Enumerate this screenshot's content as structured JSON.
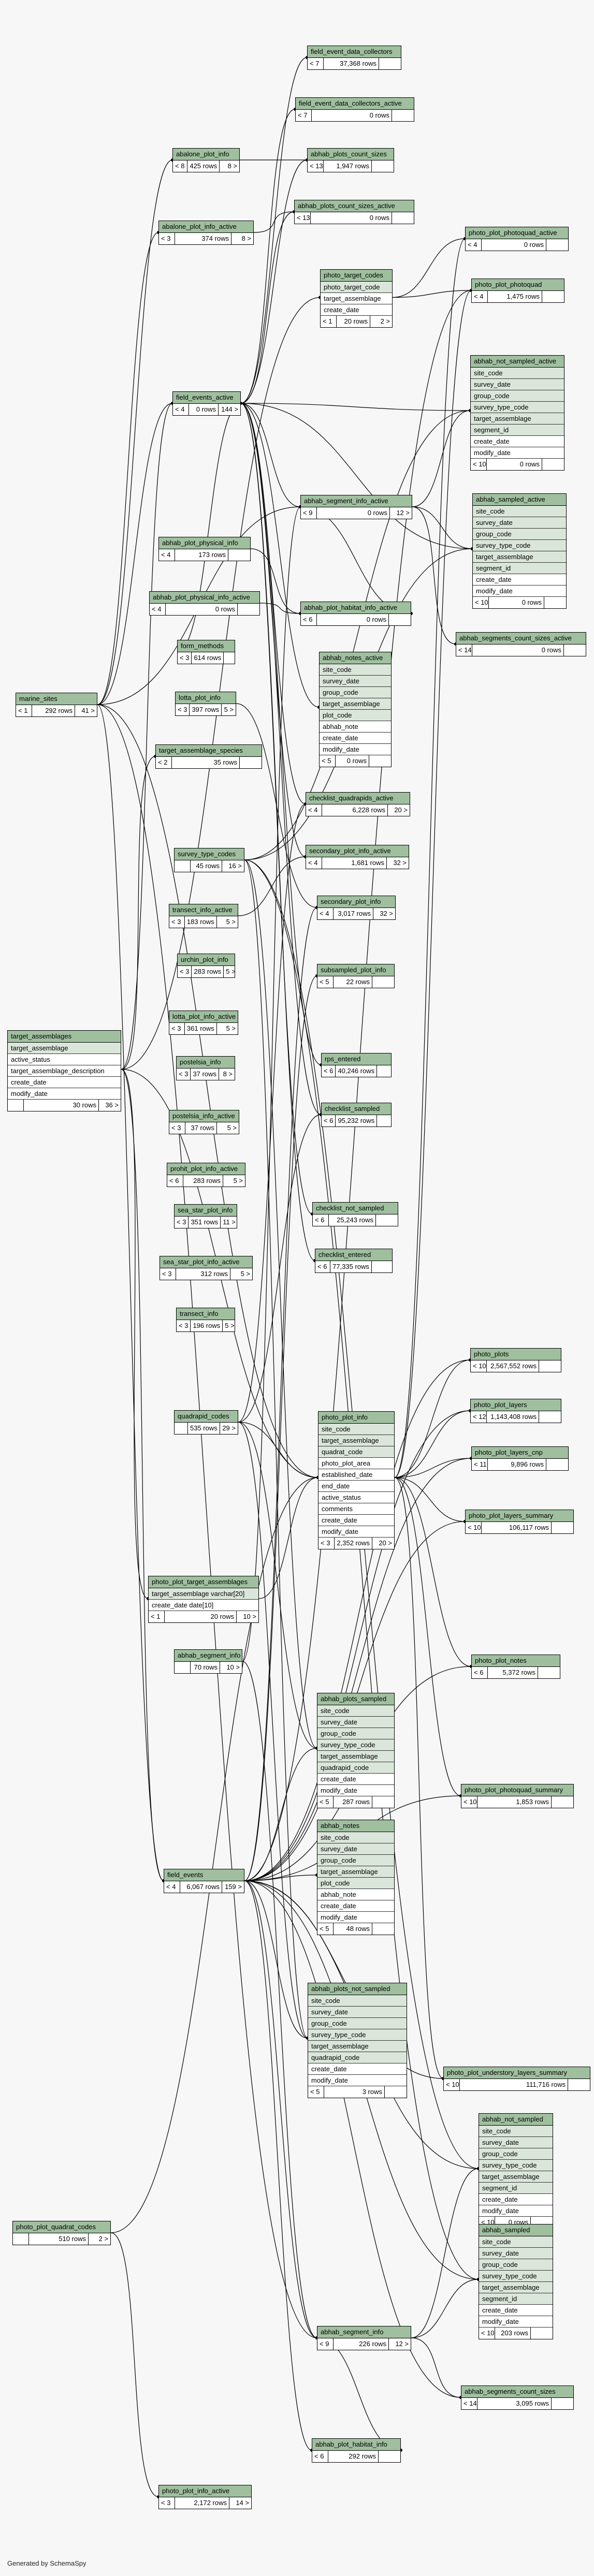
{
  "generator": "Generated by SchemaSpy",
  "tables": [
    {
      "id": "t01",
      "name": "field_event_data_collectors",
      "columns": [],
      "footer": [
        "< 7",
        "37,368 rows",
        ""
      ]
    },
    {
      "id": "t02",
      "name": "field_event_data_collectors_active",
      "columns": [],
      "footer": [
        "< 7",
        "0 rows",
        ""
      ]
    },
    {
      "id": "t03",
      "name": "abalone_plot_info",
      "columns": [],
      "footer": [
        "< 8",
        "425 rows",
        "8 >"
      ]
    },
    {
      "id": "t04",
      "name": "abhab_plots_count_sizes",
      "columns": [],
      "footer": [
        "< 13",
        "1,947 rows",
        ""
      ]
    },
    {
      "id": "t05",
      "name": "abhab_plots_count_sizes_active",
      "columns": [],
      "footer": [
        "< 13",
        "0 rows",
        ""
      ]
    },
    {
      "id": "t06",
      "name": "abalone_plot_info_active",
      "columns": [],
      "footer": [
        "< 3",
        "374 rows",
        "8 >"
      ]
    },
    {
      "id": "t07",
      "name": "photo_plot_photoquad_active",
      "columns": [],
      "footer": [
        "< 4",
        "0 rows",
        ""
      ]
    },
    {
      "id": "t08",
      "name": "photo_target_codes",
      "columns": [
        "photo_target_code",
        "target_assemblage",
        "create_date"
      ],
      "keys": [
        0
      ],
      "fks": [
        1
      ],
      "footer": [
        "< 1",
        "20 rows",
        "2 >"
      ]
    },
    {
      "id": "t09",
      "name": "photo_plot_photoquad",
      "columns": [],
      "footer": [
        "< 4",
        "1,475 rows",
        ""
      ]
    },
    {
      "id": "t10",
      "name": "abhab_not_sampled_active",
      "columns": [
        "site_code",
        "survey_date",
        "group_code",
        "survey_type_code",
        "target_assemblage",
        "segment_id",
        "create_date",
        "modify_date"
      ],
      "keys": [
        0,
        1,
        2,
        3,
        4,
        5
      ],
      "footer": [
        "< 10",
        "0 rows",
        ""
      ]
    },
    {
      "id": "t11",
      "name": "field_events_active",
      "columns": [],
      "footer": [
        "< 4",
        "0 rows",
        "144 >"
      ]
    },
    {
      "id": "t12",
      "name": "abhab_segment_info_active",
      "columns": [],
      "footer": [
        "< 9",
        "0 rows",
        "12 >"
      ]
    },
    {
      "id": "t13",
      "name": "abhab_sampled_active",
      "columns": [
        "site_code",
        "survey_date",
        "group_code",
        "survey_type_code",
        "target_assemblage",
        "segment_id",
        "create_date",
        "modify_date"
      ],
      "keys": [
        0,
        1,
        2,
        3,
        4,
        5
      ],
      "footer": [
        "< 10",
        "0 rows",
        ""
      ]
    },
    {
      "id": "t14",
      "name": "abhab_plot_physical_info",
      "columns": [],
      "footer": [
        "< 4",
        "173 rows",
        ""
      ]
    },
    {
      "id": "t15",
      "name": "abhab_plot_physical_info_active",
      "columns": [],
      "footer": [
        "< 4",
        "0 rows",
        ""
      ]
    },
    {
      "id": "t16",
      "name": "abhab_plot_habitat_info_active",
      "columns": [],
      "footer": [
        "< 6",
        "0 rows",
        ""
      ]
    },
    {
      "id": "t17",
      "name": "abhab_segments_count_sizes_active",
      "columns": [],
      "footer": [
        "< 14",
        "0 rows",
        ""
      ]
    },
    {
      "id": "t18",
      "name": "form_methods",
      "columns": [],
      "footer": [
        "< 3",
        "614 rows",
        ""
      ]
    },
    {
      "id": "t19",
      "name": "abhab_notes_active",
      "columns": [
        "site_code",
        "survey_date",
        "group_code",
        "target_assemblage",
        "plot_code",
        "abhab_note",
        "create_date",
        "modify_date"
      ],
      "keys": [
        0,
        1,
        2,
        3,
        4
      ],
      "footer": [
        "< 5",
        "0 rows",
        ""
      ]
    },
    {
      "id": "t20",
      "name": "marine_sites",
      "columns": [],
      "footer": [
        "< 1",
        "292 rows",
        "41 >"
      ]
    },
    {
      "id": "t21",
      "name": "lotta_plot_info",
      "columns": [],
      "footer": [
        "< 3",
        "397 rows",
        "5 >"
      ]
    },
    {
      "id": "t22",
      "name": "target_assemblage_species",
      "columns": [],
      "footer": [
        "< 2",
        "35 rows",
        ""
      ]
    },
    {
      "id": "t23",
      "name": "checklist_quadrapids_active",
      "columns": [],
      "footer": [
        "< 4",
        "6,228 rows",
        "20 >"
      ]
    },
    {
      "id": "t24",
      "name": "survey_type_codes",
      "columns": [],
      "footer": [
        "",
        "45 rows",
        "16 >"
      ]
    },
    {
      "id": "t25",
      "name": "secondary_plot_info_active",
      "columns": [],
      "footer": [
        "< 4",
        "1,681 rows",
        "32 >"
      ]
    },
    {
      "id": "t26",
      "name": "transect_info_active",
      "columns": [],
      "footer": [
        "< 3",
        "183 rows",
        "5 >"
      ]
    },
    {
      "id": "t27",
      "name": "secondary_plot_info",
      "columns": [],
      "footer": [
        "< 4",
        "3,017 rows",
        "32 >"
      ]
    },
    {
      "id": "t28",
      "name": "urchin_plot_info",
      "columns": [],
      "footer": [
        "< 3",
        "283 rows",
        "5 >"
      ]
    },
    {
      "id": "t29",
      "name": "subsampled_plot_info",
      "columns": [],
      "footer": [
        "< 5",
        "22 rows",
        ""
      ]
    },
    {
      "id": "t30",
      "name": "target_assemblages",
      "columns": [
        "target_assemblage",
        "active_status",
        "target_assemblage_description",
        "create_date",
        "modify_date"
      ],
      "keys": [
        0
      ],
      "footer": [
        "",
        "30 rows",
        "36 >"
      ]
    },
    {
      "id": "t31",
      "name": "lotta_plot_info_active",
      "columns": [],
      "footer": [
        "< 3",
        "361 rows",
        "5 >"
      ]
    },
    {
      "id": "t32",
      "name": "rps_entered",
      "columns": [],
      "footer": [
        "< 6",
        "40,246 rows",
        ""
      ]
    },
    {
      "id": "t33",
      "name": "postelsia_info",
      "columns": [],
      "footer": [
        "< 3",
        "37 rows",
        "8 >"
      ]
    },
    {
      "id": "t34",
      "name": "checklist_sampled",
      "columns": [],
      "footer": [
        "< 6",
        "95,232 rows",
        ""
      ]
    },
    {
      "id": "t35",
      "name": "postelsia_info_active",
      "columns": [],
      "footer": [
        "< 3",
        "37 rows",
        "5 >"
      ]
    },
    {
      "id": "t36",
      "name": "prohit_plot_info_active",
      "columns": [],
      "footer": [
        "< 6",
        "283 rows",
        "5 >"
      ]
    },
    {
      "id": "t37",
      "name": "checklist_not_sampled",
      "columns": [],
      "footer": [
        "< 6",
        "25,243 rows",
        ""
      ]
    },
    {
      "id": "t38",
      "name": "sea_star_plot_info",
      "columns": [],
      "footer": [
        "< 3",
        "351 rows",
        "11 >"
      ]
    },
    {
      "id": "t39",
      "name": "checklist_entered",
      "columns": [],
      "footer": [
        "< 6",
        "77,335 rows",
        ""
      ]
    },
    {
      "id": "t40",
      "name": "sea_star_plot_info_active",
      "columns": [],
      "footer": [
        "< 3",
        "312 rows",
        "5 >"
      ]
    },
    {
      "id": "t41",
      "name": "transect_info",
      "columns": [],
      "footer": [
        "< 3",
        "196 rows",
        "5 >"
      ]
    },
    {
      "id": "t42",
      "name": "photo_plots",
      "columns": [],
      "footer": [
        "< 10",
        "2,567,552 rows",
        ""
      ]
    },
    {
      "id": "t43",
      "name": "photo_plot_layers",
      "columns": [],
      "footer": [
        "< 12",
        "1,143,408 rows",
        ""
      ]
    },
    {
      "id": "t44",
      "name": "quadrapid_codes",
      "columns": [],
      "footer": [
        "",
        "535 rows",
        "29 >"
      ]
    },
    {
      "id": "t45",
      "name": "photo_plot_info",
      "columns": [
        "site_code",
        "target_assemblage",
        "quadrat_code",
        "photo_plot_area",
        "established_date",
        "end_date",
        "active_status",
        "comments",
        "create_date",
        "modify_date"
      ],
      "keys": [
        0,
        1,
        2
      ],
      "footer": [
        "< 3",
        "2,352 rows",
        "20 >"
      ]
    },
    {
      "id": "t46",
      "name": "photo_plot_layers_cnp",
      "columns": [],
      "footer": [
        "< 11",
        "9,896 rows",
        ""
      ]
    },
    {
      "id": "t47",
      "name": "photo_plot_layers_summary",
      "columns": [],
      "footer": [
        "< 10",
        "106,117 rows",
        ""
      ]
    },
    {
      "id": "t48",
      "name": "photo_plot_target_assemblages",
      "columns": [
        "target_assemblage  varchar[20]",
        "create_date  date[10]"
      ],
      "keys": [
        0
      ],
      "footer": [
        "< 1",
        "20 rows",
        "10 >"
      ]
    },
    {
      "id": "t49",
      "name": "abhab_segment_info",
      "columns": [],
      "footer": [
        "",
        "70 rows",
        "10 >"
      ]
    },
    {
      "id": "t50",
      "name": "photo_plot_notes",
      "columns": [],
      "footer": [
        "< 6",
        "5,372 rows",
        ""
      ]
    },
    {
      "id": "t51",
      "name": "abhab_plots_sampled",
      "columns": [
        "site_code",
        "survey_date",
        "group_code",
        "survey_type_code",
        "target_assemblage",
        "quadrapid_code",
        "create_date",
        "modify_date"
      ],
      "keys": [
        0,
        1,
        2,
        3,
        4,
        5
      ],
      "footer": [
        "< 5",
        "287 rows",
        ""
      ]
    },
    {
      "id": "t52",
      "name": "photo_plot_photoquad_summary",
      "columns": [],
      "footer": [
        "< 10",
        "1,853 rows",
        ""
      ]
    },
    {
      "id": "t53",
      "name": "abhab_notes",
      "columns": [
        "site_code",
        "survey_date",
        "group_code",
        "target_assemblage",
        "plot_code",
        "abhab_note",
        "create_date",
        "modify_date"
      ],
      "keys": [
        0,
        1,
        2,
        3,
        4
      ],
      "footer": [
        "< 5",
        "48 rows",
        ""
      ]
    },
    {
      "id": "t54",
      "name": "field_events",
      "columns": [],
      "footer": [
        "< 4",
        "6,067 rows",
        "159 >"
      ]
    },
    {
      "id": "t55",
      "name": "abhab_plots_not_sampled",
      "columns": [
        "site_code",
        "survey_date",
        "group_code",
        "survey_type_code",
        "target_assemblage",
        "quadrapid_code",
        "create_date",
        "modify_date"
      ],
      "keys": [
        0,
        1,
        2,
        3,
        4,
        5
      ],
      "footer": [
        "< 5",
        "3 rows",
        ""
      ]
    },
    {
      "id": "t56",
      "name": "photo_plot_understory_layers_summary",
      "columns": [],
      "footer": [
        "< 10",
        "111,716 rows",
        ""
      ]
    },
    {
      "id": "t57",
      "name": "abhab_not_sampled",
      "columns": [
        "site_code",
        "survey_date",
        "group_code",
        "survey_type_code",
        "target_assemblage",
        "segment_id",
        "create_date",
        "modify_date"
      ],
      "keys": [
        0,
        1,
        2,
        3,
        4,
        5
      ],
      "footer": [
        "< 10",
        "0 rows",
        ""
      ]
    },
    {
      "id": "t58",
      "name": "photo_plot_quadrat_codes",
      "columns": [],
      "footer": [
        "",
        "510 rows",
        "2 >"
      ]
    },
    {
      "id": "t59",
      "name": "abhab_sampled",
      "columns": [
        "site_code",
        "survey_date",
        "group_code",
        "survey_type_code",
        "target_assemblage",
        "segment_id",
        "create_date",
        "modify_date"
      ],
      "keys": [
        0,
        1,
        2,
        3,
        4,
        5
      ],
      "footer": [
        "< 10",
        "203 rows",
        ""
      ]
    },
    {
      "id": "t60",
      "name": "abhab_segment_info",
      "columns": [],
      "footer": [
        "< 9",
        "226 rows",
        "12 >"
      ]
    },
    {
      "id": "t61",
      "name": "abhab_segments_count_sizes",
      "columns": [],
      "footer": [
        "< 14",
        "3,095 rows",
        ""
      ]
    },
    {
      "id": "t62",
      "name": "abhab_plot_habitat_info",
      "columns": [],
      "footer": [
        "< 6",
        "292 rows",
        ""
      ]
    },
    {
      "id": "t63",
      "name": "photo_plot_info_active",
      "columns": [],
      "footer": [
        "< 3",
        "2,172 rows",
        "14 >"
      ]
    }
  ]
}
